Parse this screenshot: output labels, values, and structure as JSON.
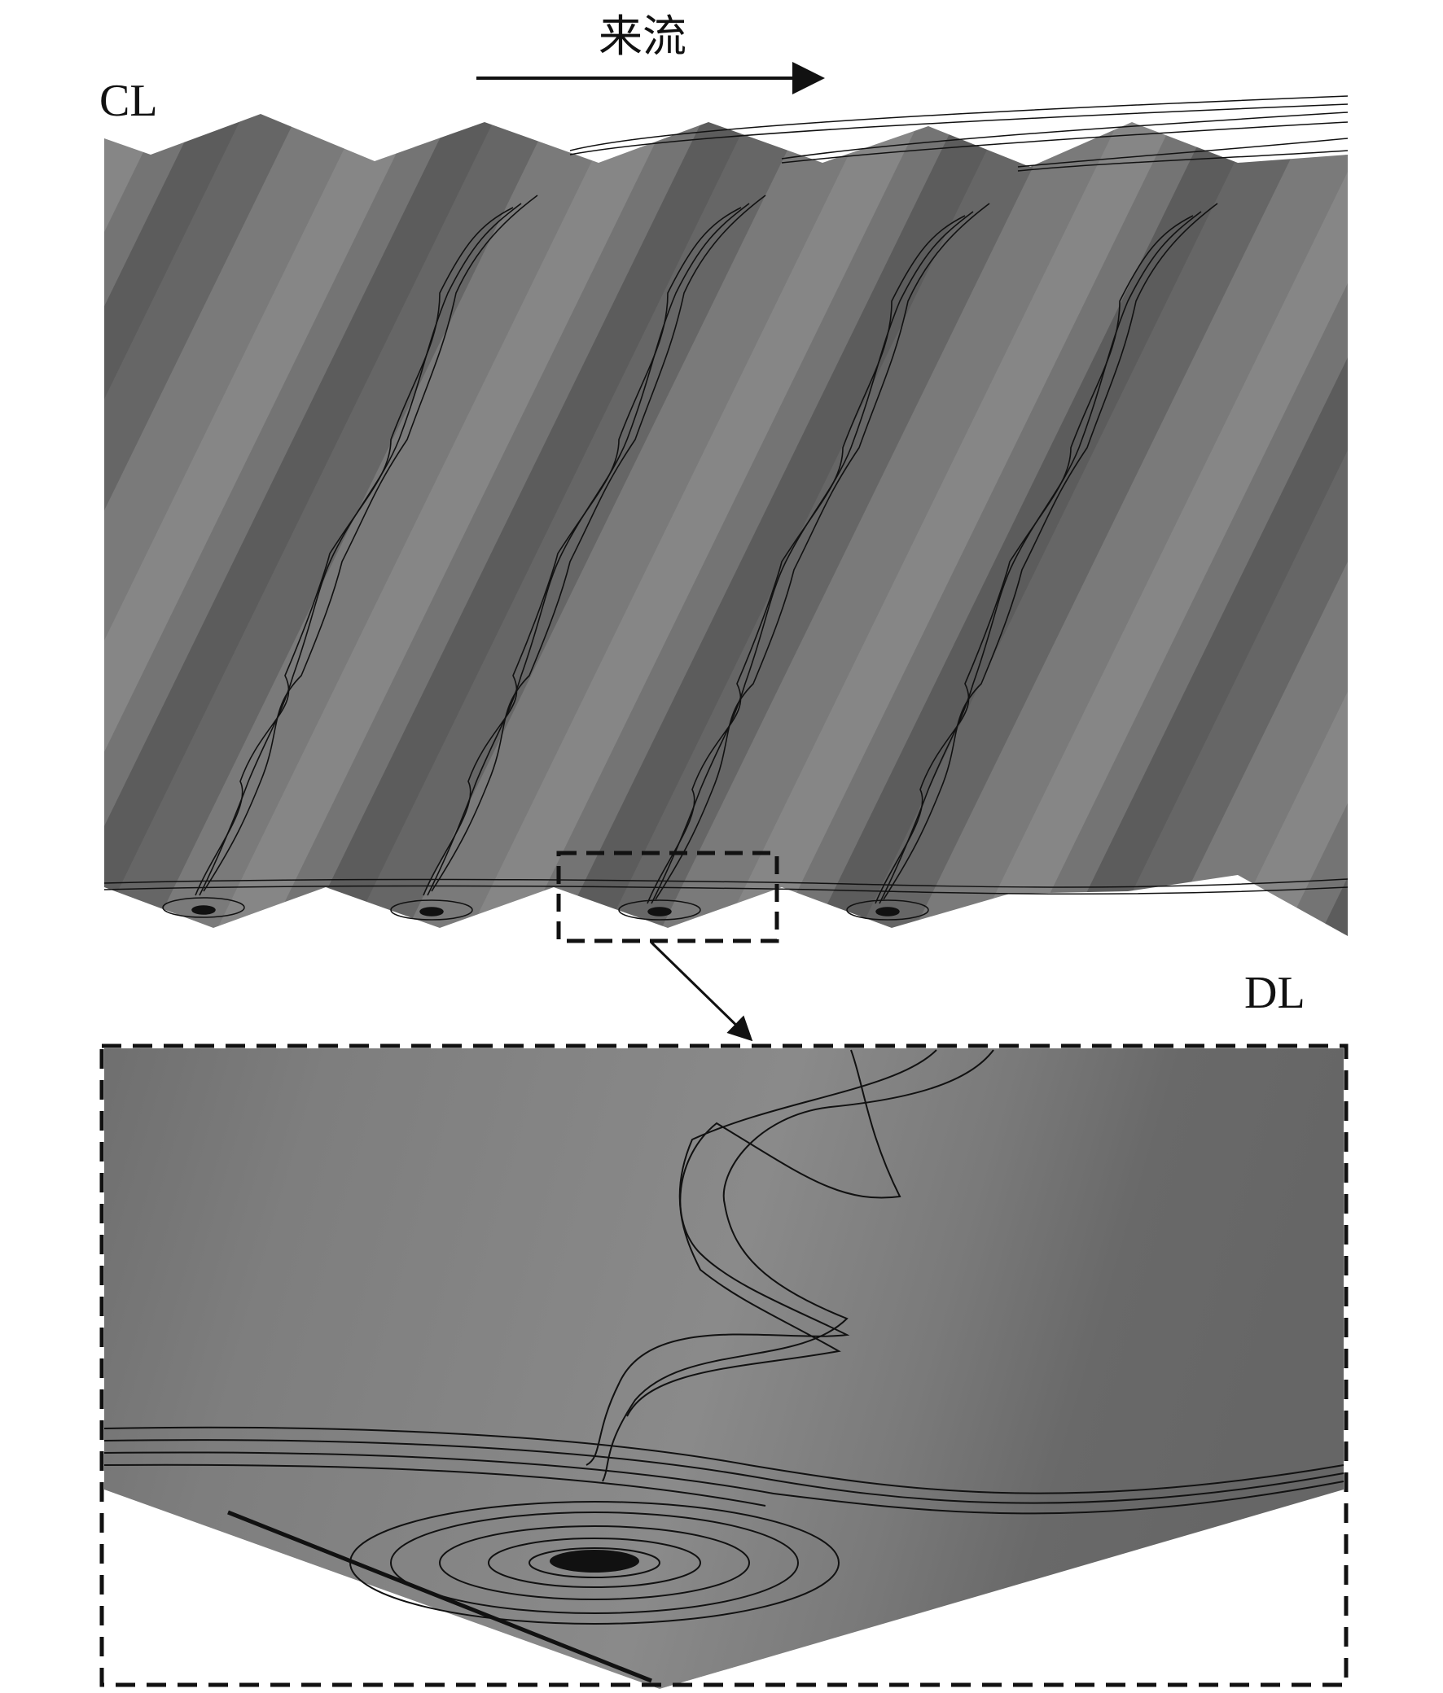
{
  "labels": {
    "flow": "来流",
    "top_left": "CL",
    "bottom_right": "DL"
  },
  "colors": {
    "surface_dark": "#5f5f5f",
    "surface_light": "#8a8a8a",
    "streamline": "#111111",
    "background": "#ffffff"
  },
  "elements": {
    "flow_arrow": "right-arrow",
    "zoom_box": "dashed-rectangle",
    "zoom_pointer": "diagonal-arrow"
  }
}
